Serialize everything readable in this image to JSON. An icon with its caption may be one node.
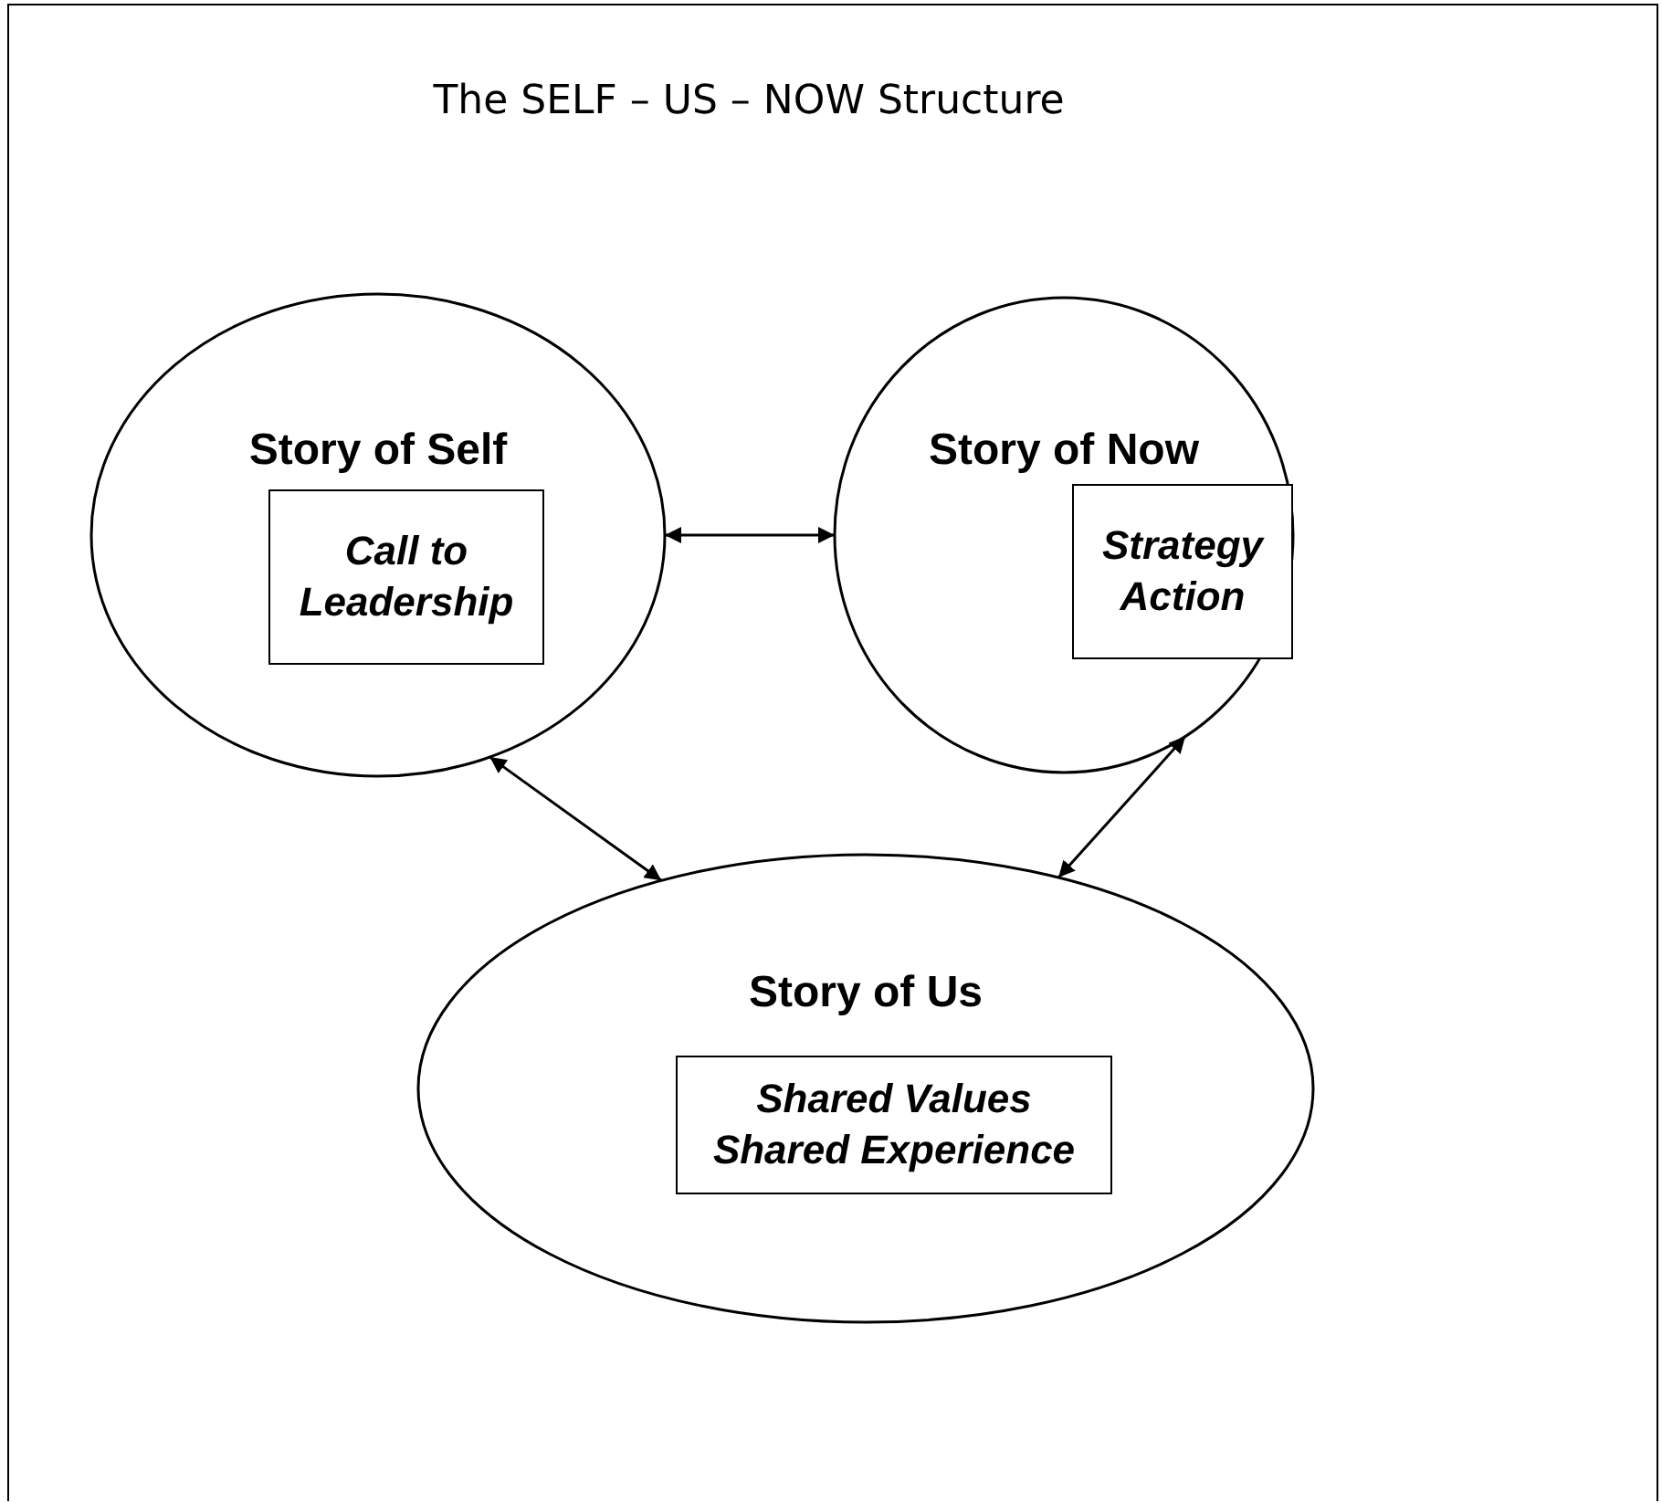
{
  "diagram": {
    "title": "The SELF – US – NOW Structure",
    "nodes": [
      {
        "text": [
          "Story of Self"
        ]
      },
      {
        "text": [
          "Call to Leadership"
        ],
        "in": 0
      },
      {
        "text": [
          "Story of Now"
        ]
      },
      {
        "text": [
          "Strategy Action"
        ],
        "in": 2
      },
      {
        "text": [
          "Story of Us"
        ]
      },
      {
        "text": [
          "Shared Values Shared Experience"
        ],
        "in": 4
      }
    ],
    "edges": [
      {
        "from": 0,
        "to": 2,
        "arrow": "both"
      },
      {
        "from": 0,
        "to": 4,
        "arrow": "both"
      },
      {
        "from": 2,
        "to": 4,
        "arrow": "both"
      }
    ]
  }
}
